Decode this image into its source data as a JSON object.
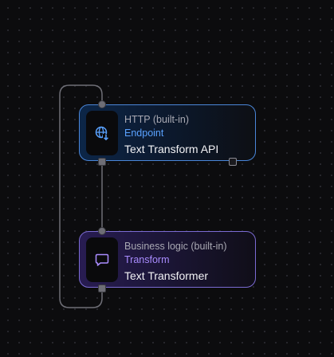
{
  "nodes": [
    {
      "id": "http",
      "kind": "HTTP (built-in)",
      "type": "Endpoint",
      "name": "Text Transform API",
      "icon": "globe-download-icon",
      "accent": "#5aa2ff"
    },
    {
      "id": "logic",
      "kind": "Business logic (built-in)",
      "type": "Transform",
      "name": "Text Transformer",
      "icon": "chat-bubble-icon",
      "accent": "#a98cff"
    }
  ],
  "colors": {
    "background": "#0c0c0e",
    "edge": "#6e6e76",
    "http_border": "#4a86d8",
    "logic_border": "#7b6bd3"
  }
}
